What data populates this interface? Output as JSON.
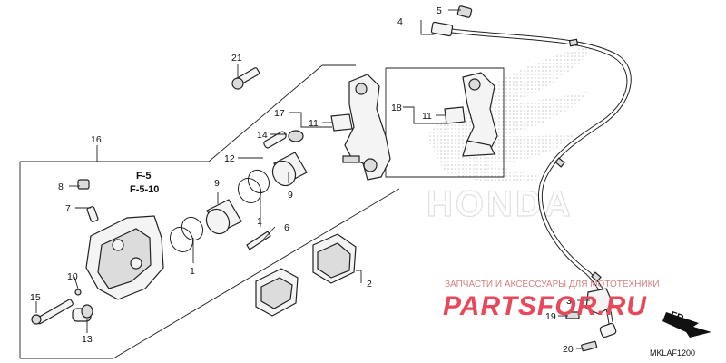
{
  "diagram": {
    "callouts": [
      {
        "id": "c1",
        "text": "1"
      },
      {
        "id": "c1b",
        "text": "1"
      },
      {
        "id": "c2",
        "text": "2"
      },
      {
        "id": "c3",
        "text": "3"
      },
      {
        "id": "c4",
        "text": "4"
      },
      {
        "id": "c5",
        "text": "5"
      },
      {
        "id": "c6",
        "text": "6"
      },
      {
        "id": "c7",
        "text": "7"
      },
      {
        "id": "c8",
        "text": "8"
      },
      {
        "id": "c9",
        "text": "9"
      },
      {
        "id": "c9b",
        "text": "9"
      },
      {
        "id": "c10",
        "text": "10"
      },
      {
        "id": "c11",
        "text": "11"
      },
      {
        "id": "c11b",
        "text": "11"
      },
      {
        "id": "c12",
        "text": "12"
      },
      {
        "id": "c13",
        "text": "13"
      },
      {
        "id": "c14",
        "text": "14"
      },
      {
        "id": "c15",
        "text": "15"
      },
      {
        "id": "c16",
        "text": "16"
      },
      {
        "id": "c17",
        "text": "17"
      },
      {
        "id": "c18",
        "text": "18"
      },
      {
        "id": "c19",
        "text": "19"
      },
      {
        "id": "c20",
        "text": "20"
      },
      {
        "id": "c21",
        "text": "21"
      }
    ],
    "refs": [
      "F-5",
      "F-5-10"
    ],
    "direction_label": "FR.",
    "diagram_code": "MKLAF1200"
  },
  "watermark": {
    "line_ru": "ЗАПЧАСТИ И АКСЕССУАРЫ ДЛЯ МОТОТЕХНИКИ",
    "brand": "PARTSFOR.RU",
    "maker": "HONDA",
    "brand_color": "#e8495a"
  }
}
